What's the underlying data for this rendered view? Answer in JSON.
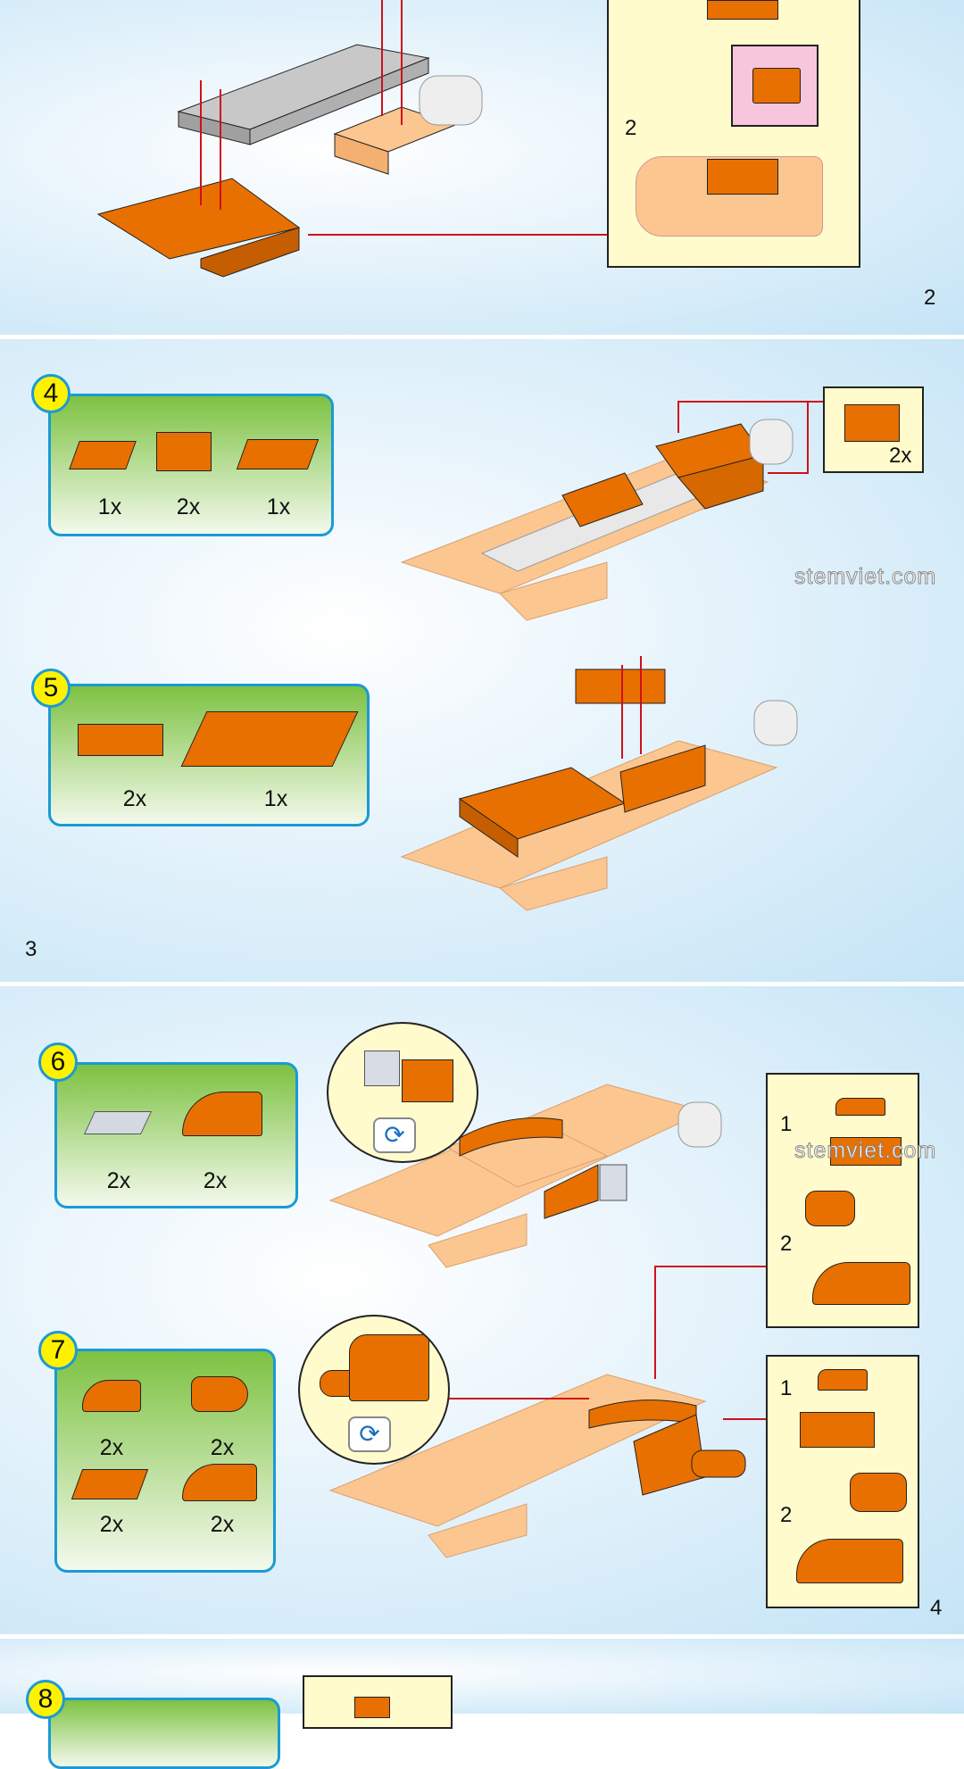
{
  "pages": [
    {
      "number": "2",
      "callout": {
        "label": "2"
      }
    },
    {
      "number": "3",
      "steps": [
        {
          "number": "4",
          "parts": [
            "1x",
            "2x",
            "1x"
          ],
          "callout_qty": "2x"
        },
        {
          "number": "5",
          "parts": [
            "2x",
            "1x"
          ]
        }
      ],
      "watermark": "stemviet.com"
    },
    {
      "number": "4",
      "steps": [
        {
          "number": "6",
          "parts": [
            "2x",
            "2x"
          ]
        },
        {
          "number": "7",
          "parts": [
            "2x",
            "2x",
            "2x",
            "2x"
          ]
        }
      ],
      "callouts": [
        {
          "labels": [
            "1",
            "2"
          ]
        },
        {
          "labels": [
            "1",
            "2"
          ]
        }
      ],
      "watermark": "stemviet.com",
      "rotate_icon": "rotate-icon"
    },
    {
      "steps": [
        {
          "number": "8"
        }
      ]
    }
  ],
  "colors": {
    "badge": "#fff200",
    "border": "#1a9ad6",
    "orange": "#e87000",
    "light_orange": "#fcc690",
    "callout_bg": "#fffbcc",
    "arrow": "#d0101a"
  }
}
